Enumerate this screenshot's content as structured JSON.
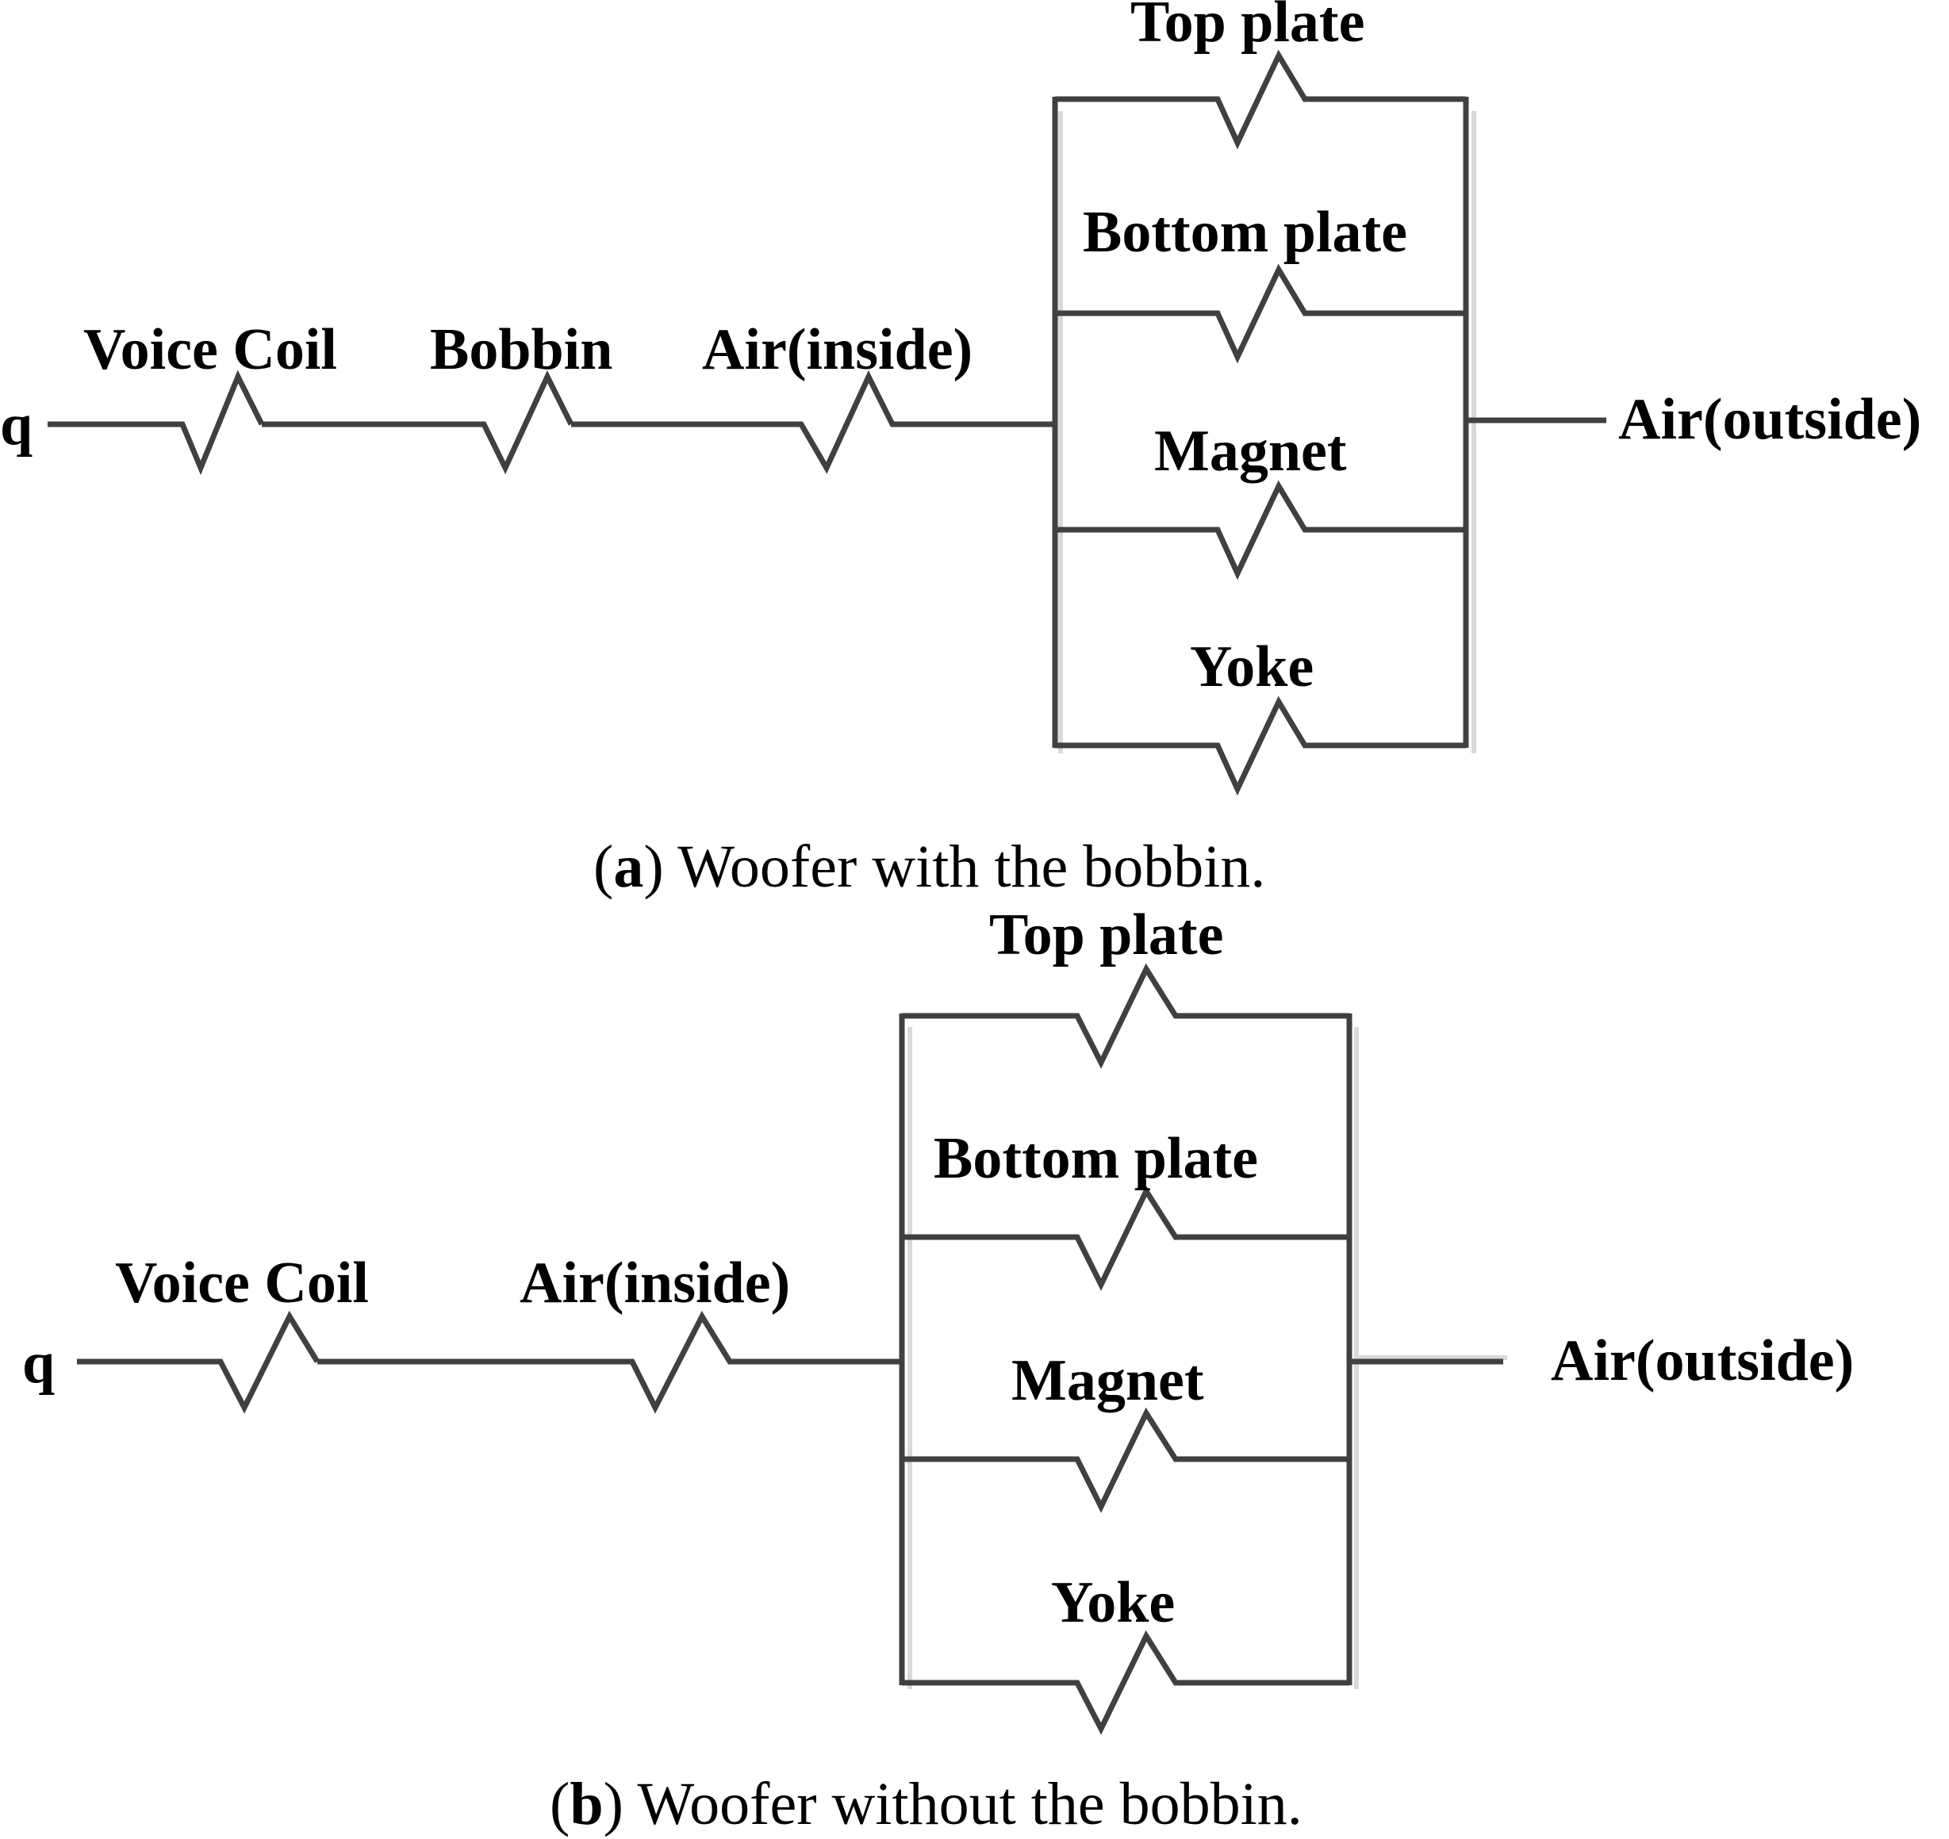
{
  "diagram_a": {
    "input_label": "q",
    "series_labels": [
      "Voice Coil",
      "Bobbin",
      "Air(inside)"
    ],
    "parallel_labels": [
      "Top plate",
      "Bottom plate",
      "Magnet",
      "Yoke"
    ],
    "output_label": "Air(outside)",
    "caption_letter": "a",
    "caption_text": " Woofer with the bobbin."
  },
  "diagram_b": {
    "input_label": "q",
    "series_labels": [
      "Voice Coil",
      "Air(inside)"
    ],
    "parallel_labels": [
      "Top plate",
      "Bottom plate",
      "Magnet",
      "Yoke"
    ],
    "output_label": "Air(outside)",
    "caption_letter": "b",
    "caption_text": " Woofer without the bobbin."
  },
  "colors": {
    "wire": "#404040",
    "shadow": "#d9d9d9",
    "text": "#000000"
  }
}
